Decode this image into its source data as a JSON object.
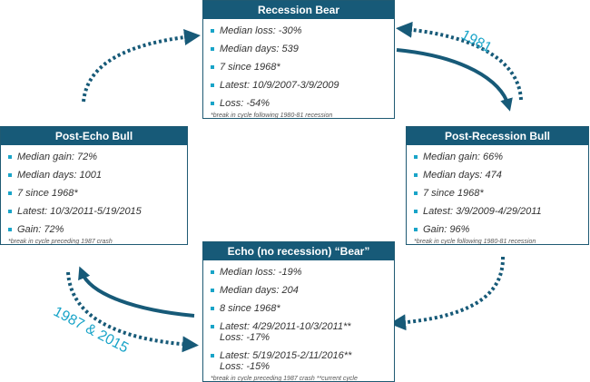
{
  "boxes": {
    "recession_bear": {
      "title": "Recession Bear",
      "items": [
        "Median loss:  -30%",
        "Median days:  539",
        "7 since 1968*",
        "Latest:  10/9/2007-3/9/2009",
        "Loss:  -54%"
      ],
      "footnote": "*break in cycle following 1980-81 recession"
    },
    "post_recession_bull": {
      "title": "Post-Recession Bull",
      "items": [
        "Median gain:  66%",
        "Median days:  474",
        "7 since 1968*",
        "Latest:  3/9/2009-4/29/2011",
        "Gain:  96%"
      ],
      "footnote": "*break in cycle  following 1980-81 recession"
    },
    "echo_bear": {
      "title": "Echo (no recession) “Bear”",
      "items": [
        "Median loss:  -19%",
        "Median days:  204",
        "8 since 1968*"
      ],
      "latest_1": "Latest: 4/29/2011-10/3/2011**",
      "latest_1_loss": "Loss:  -17%",
      "latest_2": "Latest: 5/19/2015-2/11/2016**",
      "latest_2_loss": "Loss:  -15%",
      "footnote": "*break in cycle  preceding 1987 crash **current cycle"
    },
    "post_echo_bull": {
      "title": "Post-Echo Bull",
      "items": [
        "Median gain:  72%",
        "Median days:  1001",
        "7 since 1968*",
        "Latest:  10/3/2011-5/19/2015",
        "Gain:  72%"
      ],
      "footnote": "*break in cycle  preceding 1987 crash"
    }
  },
  "labels": {
    "year_1981": "1981",
    "year_1987_2015": "1987 & 2015"
  },
  "colors": {
    "header": "#175a78",
    "arrow": "#175a78",
    "bullet": "#19a4c8",
    "label": "#19a4c8"
  }
}
